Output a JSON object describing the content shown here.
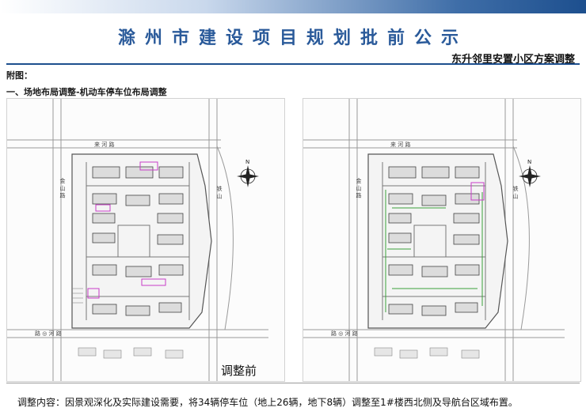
{
  "header": {
    "title": "滁州市建设项目规划批前公示",
    "subtitle": "东升邻里安置小区方案调整"
  },
  "figure_label": "附图：",
  "section_title": "一、场地布局调整-机动车停车位布局调整",
  "panels": {
    "left": {
      "caption": "调整前",
      "road_labels": {
        "north_road": "来  河  路",
        "south_road": "路  ◎  河  路",
        "west_road": "金  山  路",
        "east_road": "铁  山"
      }
    },
    "right": {
      "road_labels": {
        "north_road": "来  河  路",
        "south_road": "路  ◎  河  路",
        "west_road": "金  山  路",
        "east_road": "铁  山"
      }
    }
  },
  "north_arrow_label": "N",
  "footer": {
    "text": "调整内容：因景观深化及实际建设需要，将34辆停车位（地上26辆，地下8辆）调整至1#楼西北侧及导航台区域布置。"
  },
  "colors": {
    "title": "#2a5a9a",
    "band": "#1d4f8e",
    "parking_highlight": "#c83cc8",
    "green_adjusted": "#3aa03a"
  }
}
